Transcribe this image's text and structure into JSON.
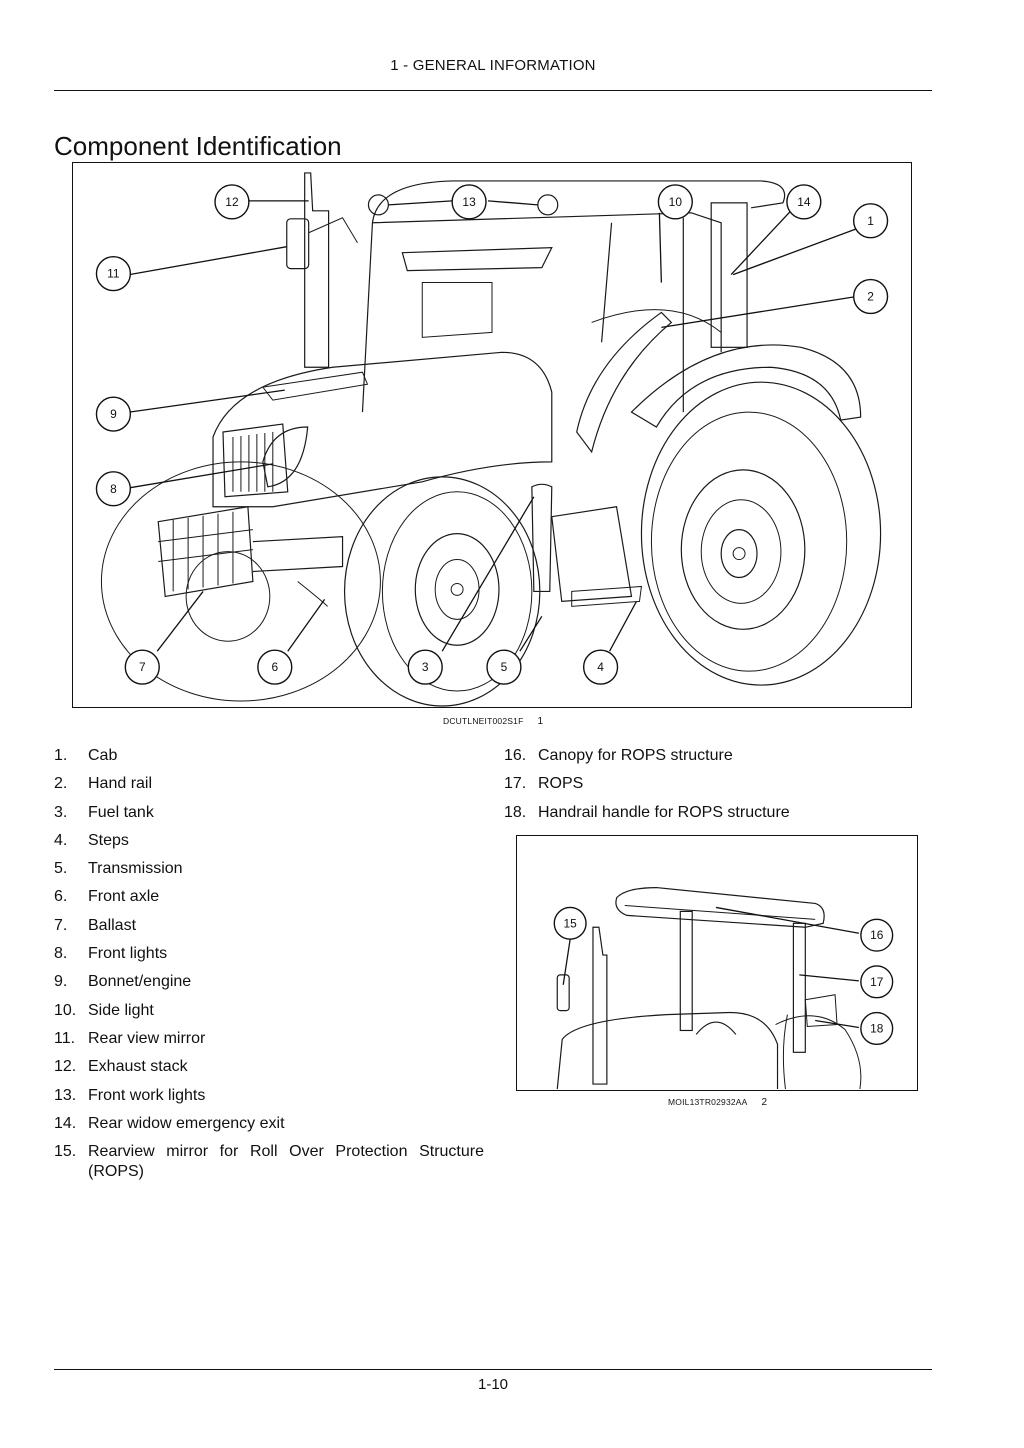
{
  "header": {
    "section": "1 - GENERAL INFORMATION"
  },
  "page_title": "Component Identification",
  "figure1": {
    "code": "DCUTLNEIT002S1F",
    "number": "1",
    "callouts": [
      "12",
      "13",
      "10",
      "14",
      "1",
      "11",
      "2",
      "9",
      "8",
      "7",
      "6",
      "3",
      "5",
      "4"
    ]
  },
  "figure2": {
    "code": "MOIL13TR02932AA",
    "number": "2",
    "callouts": [
      "15",
      "16",
      "17",
      "18"
    ]
  },
  "items": [
    {
      "num": "1.",
      "label": "Cab"
    },
    {
      "num": "2.",
      "label": "Hand rail"
    },
    {
      "num": "3.",
      "label": "Fuel tank"
    },
    {
      "num": "4.",
      "label": "Steps"
    },
    {
      "num": "5.",
      "label": "Transmission"
    },
    {
      "num": "6.",
      "label": "Front axle"
    },
    {
      "num": "7.",
      "label": "Ballast"
    },
    {
      "num": "8.",
      "label": "Front lights"
    },
    {
      "num": "9.",
      "label": "Bonnet/engine"
    },
    {
      "num": "10.",
      "label": "Side light"
    },
    {
      "num": "11.",
      "label": "Rear view mirror"
    },
    {
      "num": "12.",
      "label": "Exhaust stack"
    },
    {
      "num": "13.",
      "label": "Front work lights"
    },
    {
      "num": "14.",
      "label": "Rear widow emergency exit"
    },
    {
      "num": "15.",
      "label": "Rearview mirror for Roll Over Protection Structure (ROPS)"
    },
    {
      "num": "16.",
      "label": "Canopy for ROPS structure"
    },
    {
      "num": "17.",
      "label": "ROPS"
    },
    {
      "num": "18.",
      "label": "Handrail handle for ROPS structure"
    }
  ],
  "footer": {
    "page_number": "1-10"
  }
}
